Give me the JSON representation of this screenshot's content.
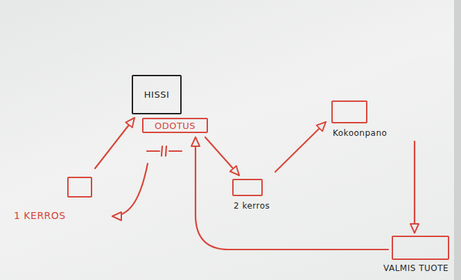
{
  "diagram": {
    "nodes": [
      {
        "text": [
          "HISSI"
        ]
      },
      {
        "text": [
          "ODOTUS"
        ]
      },
      {
        "text": [
          "Kokoonpano"
        ]
      },
      {
        "text": [
          "1 KERROS"
        ]
      },
      {
        "text": [
          "2 kerros"
        ]
      },
      {
        "text": [
          "VALMIS TUOTE"
        ]
      }
    ],
    "edges": [
      {
        "from": 3,
        "to": 0,
        "arrow": "to"
      },
      {
        "from": 1,
        "to": 4,
        "arrow": "to"
      },
      {
        "from": 4,
        "to": 2,
        "arrow": "to"
      },
      {
        "from": 2,
        "to": 5,
        "arrow": "to"
      },
      {
        "from": 5,
        "to": 1,
        "arrow": "to"
      },
      {
        "from": 1,
        "to": 3,
        "arrow": "to"
      }
    ]
  }
}
